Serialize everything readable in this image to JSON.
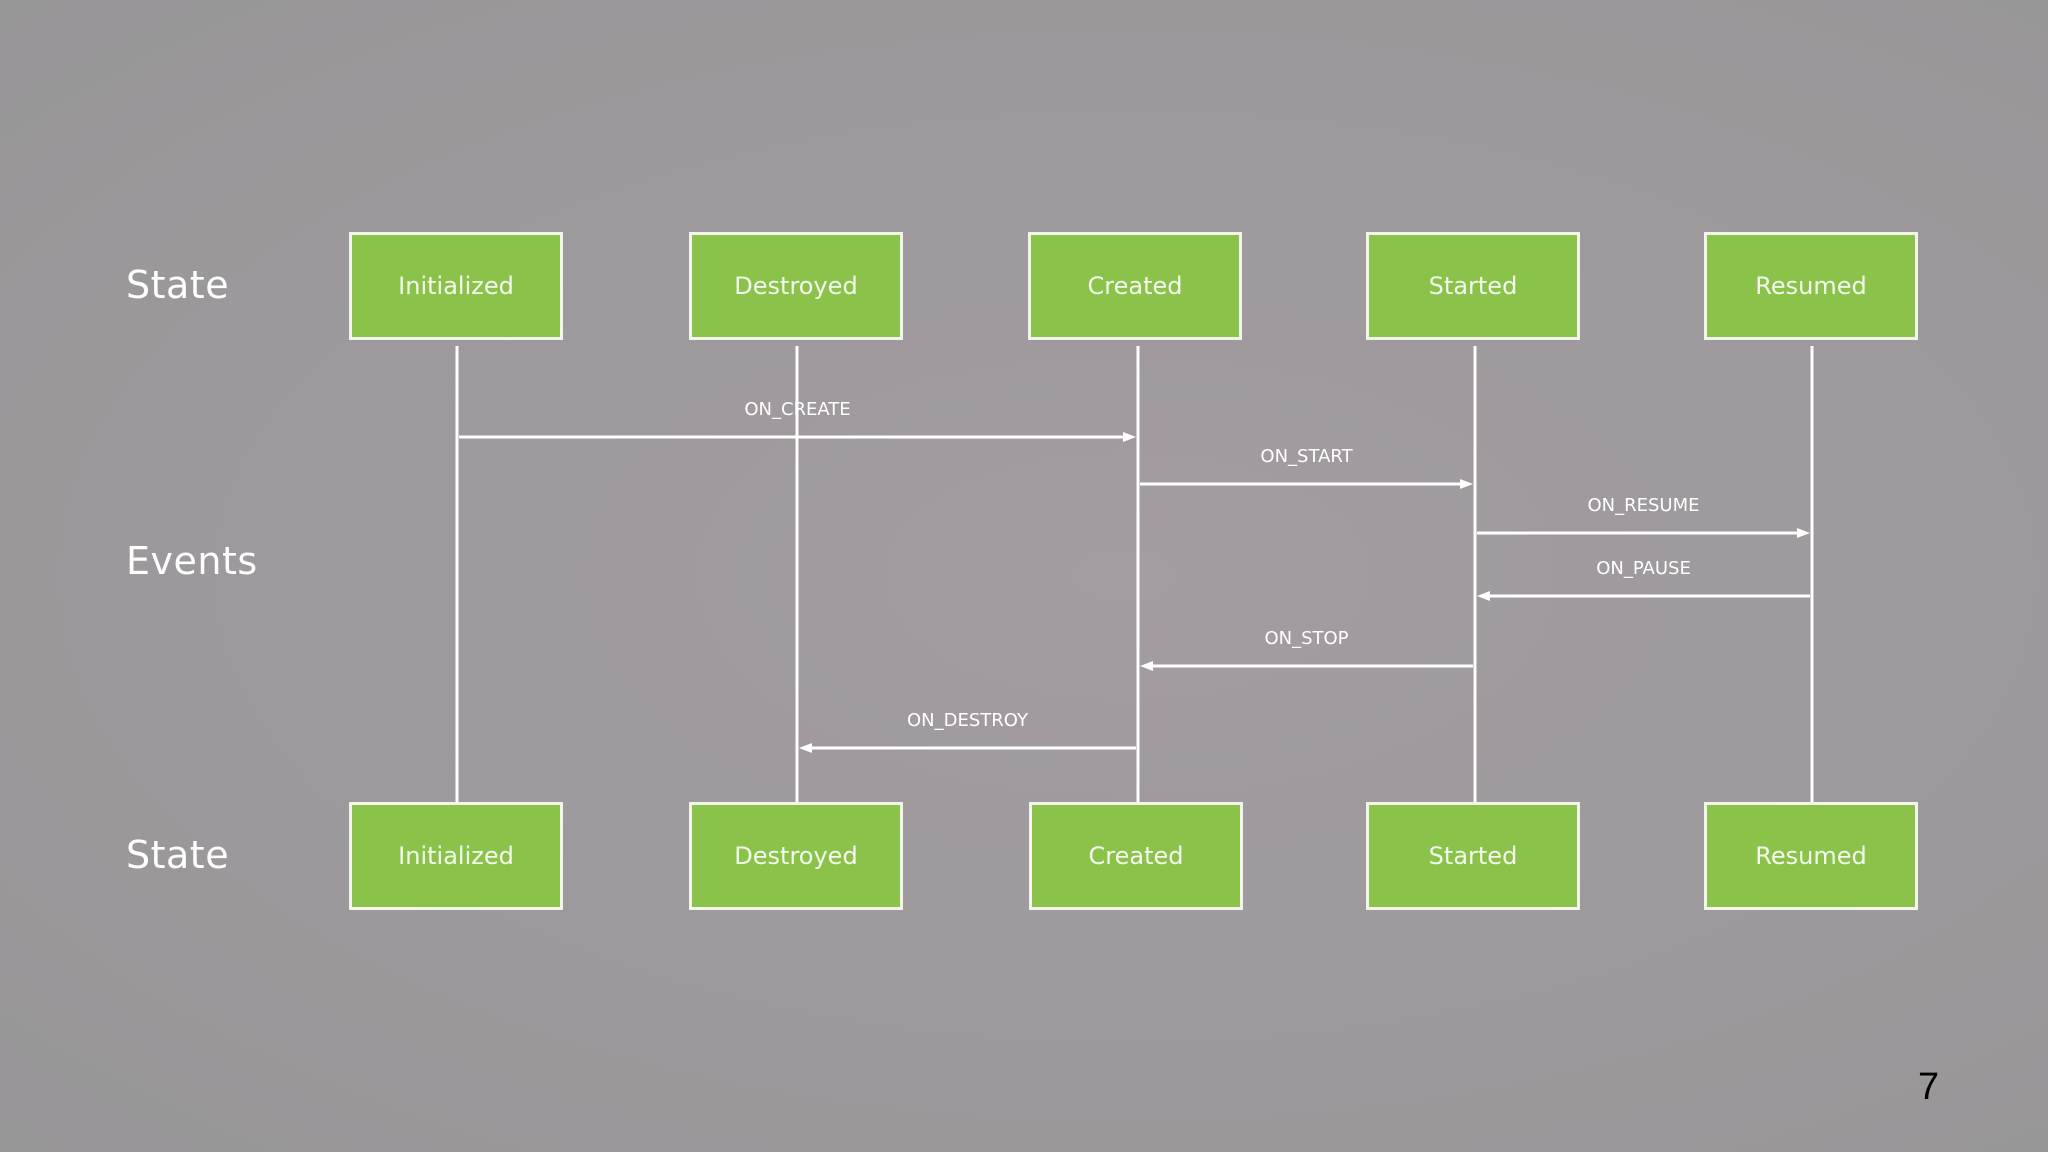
{
  "row_labels": {
    "top": "State",
    "middle": "Events",
    "bottom": "State"
  },
  "states": [
    "Initialized",
    "Destroyed",
    "Created",
    "Started",
    "Resumed"
  ],
  "events": [
    {
      "label": "ON_CREATE",
      "from": "Initialized",
      "to": "Created"
    },
    {
      "label": "ON_START",
      "from": "Created",
      "to": "Started"
    },
    {
      "label": "ON_RESUME",
      "from": "Started",
      "to": "Resumed"
    },
    {
      "label": "ON_PAUSE",
      "from": "Resumed",
      "to": "Started"
    },
    {
      "label": "ON_STOP",
      "from": "Started",
      "to": "Created"
    },
    {
      "label": "ON_DESTROY",
      "from": "Created",
      "to": "Destroyed"
    }
  ],
  "page_number": "7",
  "colors": {
    "state_fill": "#8bc34a",
    "state_border": "#f1f5ec",
    "line": "#ffffff",
    "background": "#9e999d"
  }
}
